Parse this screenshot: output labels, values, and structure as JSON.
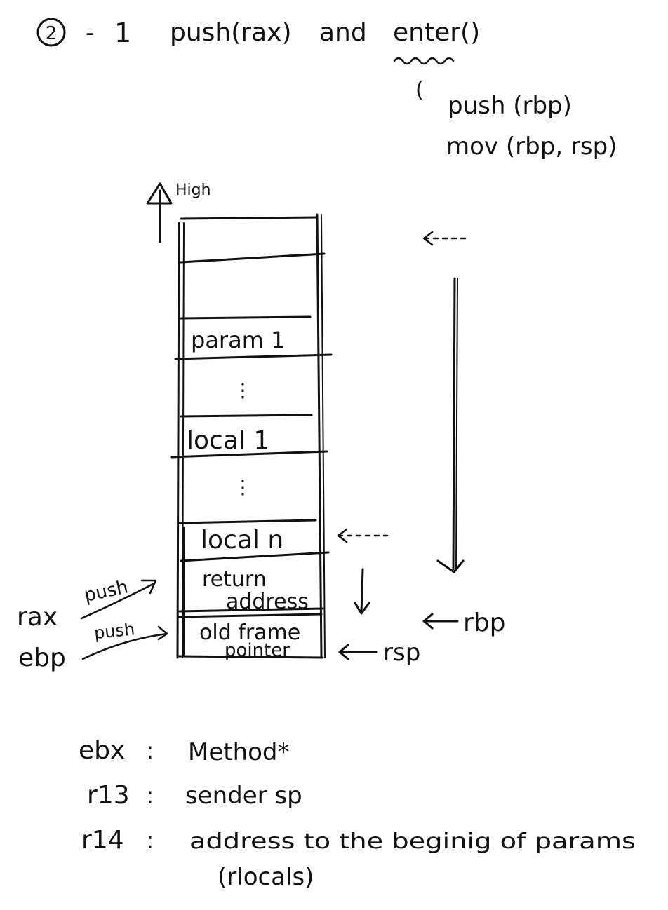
{
  "title": {
    "circled_number": "2",
    "dash": "-",
    "sub_number": "1",
    "text_push": "push(rax)",
    "text_and": "and",
    "text_enter": "enter()"
  },
  "enter_expansion": {
    "brace": "(",
    "line1": "push (rbp)",
    "line2": "mov (rbp, rsp)"
  },
  "direction_label": "High",
  "stack_cells": [
    {
      "label": ""
    },
    {
      "label": ""
    },
    {
      "label": "param 1"
    },
    {
      "label": "⋮"
    },
    {
      "label": "local 1"
    },
    {
      "label": "⋮"
    },
    {
      "label": "local n"
    },
    {
      "label": "return address",
      "line1": "return",
      "line2": "address"
    },
    {
      "label": "old frame pointer",
      "line1": "old frame",
      "line2": "pointer"
    }
  ],
  "left_labels": {
    "rax": "rax",
    "ebp": "ebp",
    "push_upper": "push",
    "push_lower": "push"
  },
  "right_labels": {
    "rbp": "rbp",
    "rsp": "rsp"
  },
  "registers": [
    {
      "name": "ebx",
      "sep": ":",
      "desc": "Method*"
    },
    {
      "name": "r13",
      "sep": ":",
      "desc": "sender sp"
    },
    {
      "name": "r14",
      "sep": ":",
      "desc": "address to the beginig of params",
      "desc2": "(rlocals)"
    }
  ],
  "colors": {
    "ink": "#111111",
    "paper": "#ffffff"
  }
}
